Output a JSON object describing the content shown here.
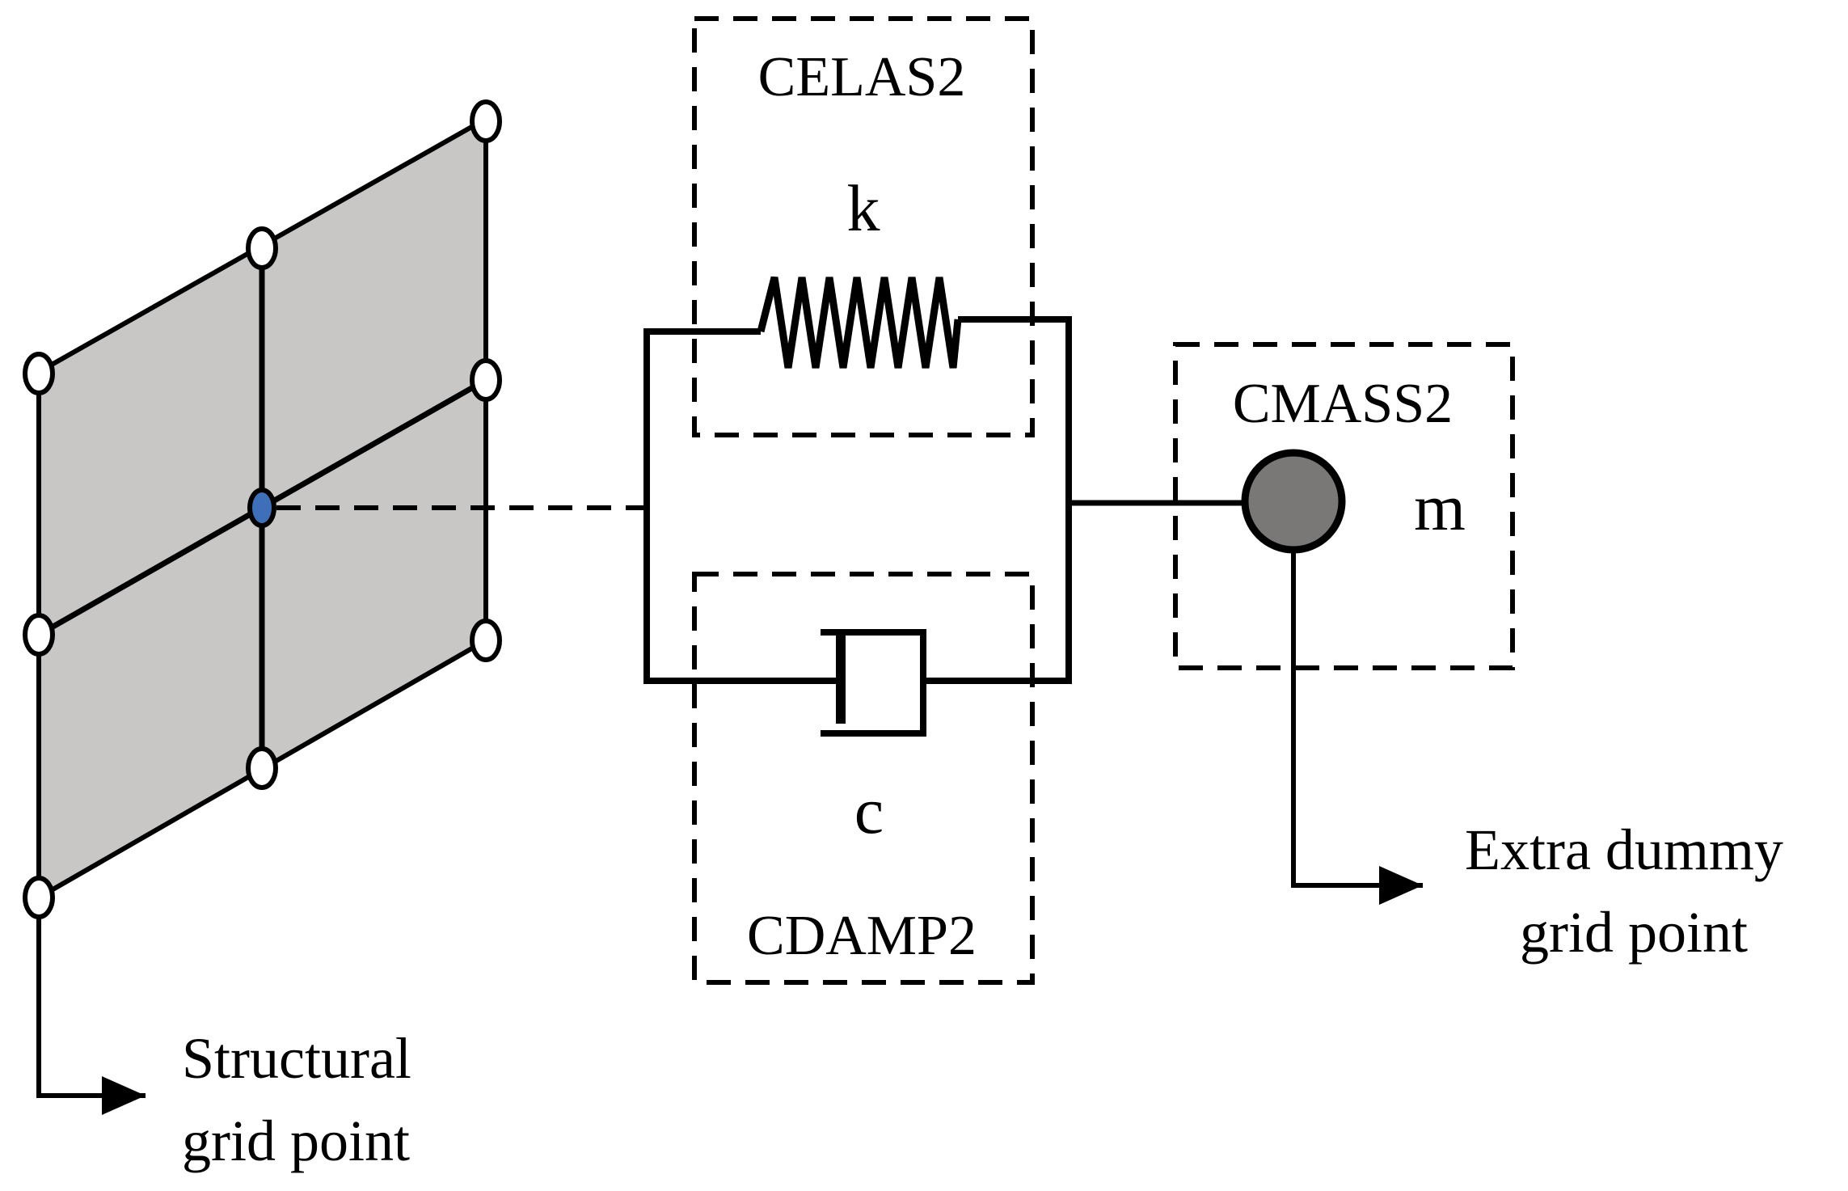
{
  "labels": {
    "celas": "CELAS2",
    "cdamp": "CDAMP2",
    "cmass": "CMASS2",
    "stiffness": "k",
    "damping": "c",
    "mass": "m",
    "structural_line1": "Structural",
    "structural_line2": "grid point",
    "extra_line1": "Extra dummy",
    "extra_line2": "grid point"
  },
  "colors": {
    "plate_fill": "#c9c6c6",
    "center_node": "#3f6fb8",
    "mass_fill": "#7a7777",
    "stroke": "#000000",
    "node_fill": "#ffffff"
  }
}
